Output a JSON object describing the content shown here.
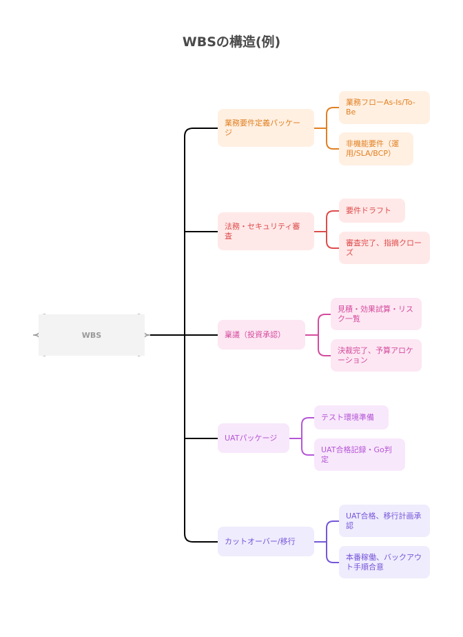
{
  "title": "WBSの構造(例)",
  "root": {
    "label": "WBS",
    "fill": "#f3f3f3",
    "text_color": "#999999",
    "brace_color": "#999999"
  },
  "trunk_color": "#000000",
  "branches": [
    {
      "label": "業務要件定義パッケージ",
      "color": "#e07f20",
      "fill": "#fff0e2",
      "children": [
        {
          "label": "業務フローAs-Is/To-Be"
        },
        {
          "label": "非機能要件（運用/SLA/BCP）"
        }
      ]
    },
    {
      "label": "法務・セキュリティ審査",
      "color": "#dd4b4b",
      "fill": "#ffe9e8",
      "children": [
        {
          "label": "要件ドラフト"
        },
        {
          "label": "審査完了、指摘クローズ"
        }
      ]
    },
    {
      "label": "稟議（投資承認）",
      "color": "#d44a9c",
      "fill": "#fde7f3",
      "children": [
        {
          "label": "見積・効果試算・リスク一覧"
        },
        {
          "label": "決裁完了、予算アロケーション"
        }
      ]
    },
    {
      "label": "UATパッケージ",
      "color": "#b455d6",
      "fill": "#f8e8fb",
      "children": [
        {
          "label": "テスト環境準備"
        },
        {
          "label": "UAT合格記録・Go判定"
        }
      ]
    },
    {
      "label": "カットオーバー/移行",
      "color": "#7555d9",
      "fill": "#efecfd",
      "children": [
        {
          "label": "UAT合格、移行計画承認"
        },
        {
          "label": "本番稼働、バックアウト手順合意"
        }
      ]
    }
  ]
}
